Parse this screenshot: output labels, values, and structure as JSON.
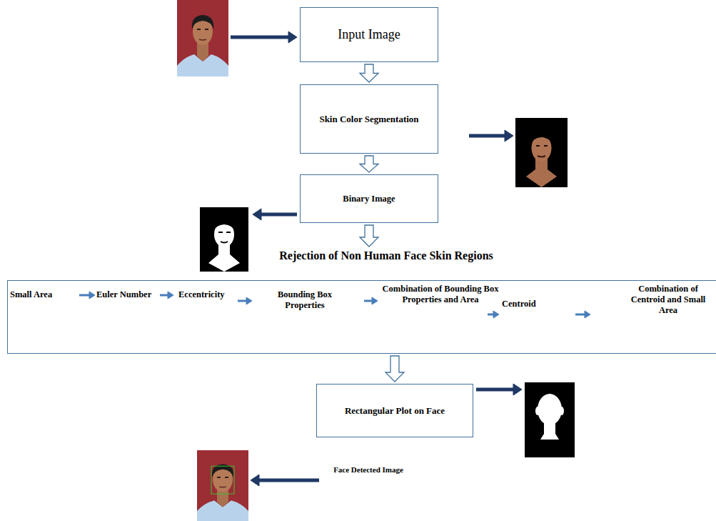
{
  "diagram": {
    "nodes": [
      {
        "text": [
          "Input Image"
        ]
      },
      {
        "text": [
          "Skin Color Segmentation"
        ]
      },
      {
        "text": [
          "Binary Image"
        ]
      },
      {
        "text": [
          "Rejection of Non Human Face Skin Regions"
        ]
      },
      {
        "text": [
          "Rectangular Plot on Face"
        ]
      }
    ],
    "edges": [
      {
        "from": 0,
        "to": 1,
        "arrow": "to"
      },
      {
        "from": 1,
        "to": 2,
        "arrow": "to"
      },
      {
        "from": 2,
        "to": 3,
        "arrow": "to"
      },
      {
        "from": 3,
        "to": 4,
        "arrow": "to"
      }
    ],
    "labels": [
      "Small Area",
      "Euler Number",
      "Eccentricity",
      "Bounding Box Properties",
      "Combination of Bounding Box Properties and Area",
      "Centroid",
      "Combination of Centroid and Small Area",
      "Face Detected Image"
    ]
  }
}
